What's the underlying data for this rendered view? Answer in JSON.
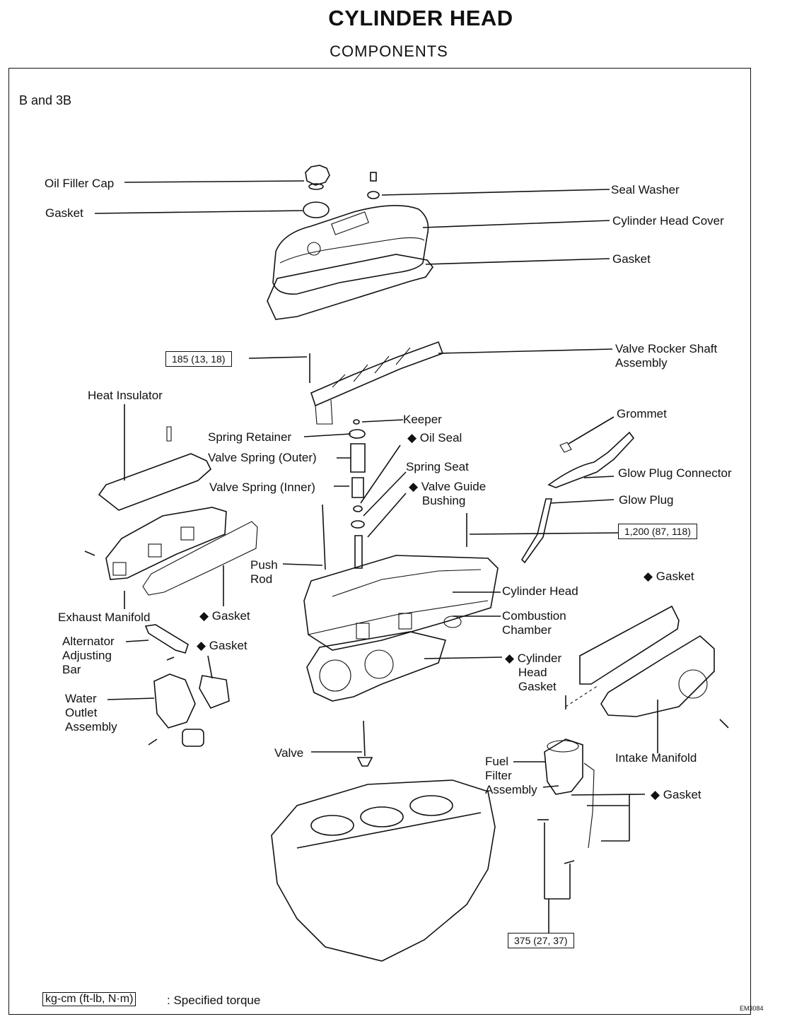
{
  "header": {
    "title": "CYLINDER HEAD",
    "subtitle": "COMPONENTS",
    "model": "B and 3B"
  },
  "labels": {
    "oil_filler_cap": "Oil Filler Cap",
    "gasket_top": "Gasket",
    "seal_washer": "Seal Washer",
    "cylinder_head_cover": "Cylinder Head Cover",
    "cover_gasket": "Gasket",
    "valve_rocker_shaft": "Valve Rocker Shaft\nAssembly",
    "heat_insulator": "Heat Insulator",
    "keeper": "Keeper",
    "spring_retainer": "Spring Retainer",
    "oil_seal": "◆ Oil Seal",
    "valve_spring_outer": "Valve Spring (Outer)",
    "spring_seat": "Spring Seat",
    "valve_spring_inner": "Valve Spring (Inner)",
    "valve_guide_bushing": "◆ Valve Guide\n    Bushing",
    "grommet": "Grommet",
    "glow_plug_connector": "Glow Plug Connector",
    "glow_plug": "Glow Plug",
    "push_rod": "Push\nRod",
    "cylinder_head": "Cylinder Head",
    "combustion_chamber": "Combustion\nChamber",
    "exhaust_manifold": "Exhaust Manifold",
    "exhaust_gasket": "◆ Gasket",
    "alternator_bar": "Alternator\nAdjusting\nBar",
    "water_gasket": "◆ Gasket",
    "cyl_head_gasket": "◆ Cylinder\n    Head\n    Gasket",
    "intake_gasket": "◆ Gasket",
    "water_outlet": "Water\nOutlet\nAssembly",
    "valve": "Valve",
    "fuel_filter": "Fuel\nFilter\nAssembly",
    "intake_manifold": "Intake Manifold",
    "fuel_gasket": "◆ Gasket"
  },
  "torques": {
    "rocker_bolt": "185 (13, 18)",
    "glow_plug": "1,200 (87, 118)",
    "fuel_bolts": "375 (27, 37)"
  },
  "legend": {
    "unit": "kg-cm (ft-lb, N·m)",
    "text": ": Specified torque"
  },
  "figure_code": "EM3084"
}
